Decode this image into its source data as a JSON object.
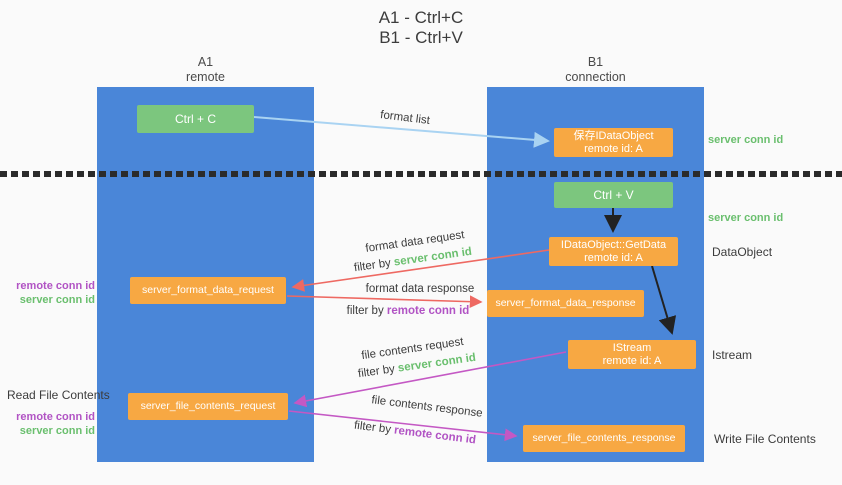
{
  "title": {
    "line1": "A1 - Ctrl+C",
    "line2": "B1 - Ctrl+V"
  },
  "lanes": {
    "left": {
      "name": "A1",
      "subtitle": "remote"
    },
    "right": {
      "name": "B1",
      "subtitle": "connection"
    }
  },
  "nodes": {
    "ctrl_c": {
      "label": "Ctrl + C"
    },
    "save_idataobject": {
      "line1": "保存IDataObject",
      "line2": "remote id: A"
    },
    "ctrl_v": {
      "label": "Ctrl + V"
    },
    "getdata": {
      "line1": "IDataObject::GetData",
      "line2": "remote id: A"
    },
    "format_request": {
      "label": "server_format_data_request"
    },
    "format_response": {
      "label": "server_format_data_response"
    },
    "istream": {
      "line1": "IStream",
      "line2": "remote id: A"
    },
    "file_request": {
      "label": "server_file_contents_request"
    },
    "file_response": {
      "label": "server_file_contents_response"
    }
  },
  "edge_labels": {
    "format_list": "format list",
    "format_data_request": "format data request",
    "format_data_response": "format data response",
    "file_contents_request": "file contents request",
    "file_contents_response": "file contents response",
    "filter_by": "filter by ",
    "server_conn_id": "server conn id",
    "remote_conn_id": "remote conn id"
  },
  "side_labels": {
    "server_conn_id": "server conn id",
    "remote_conn_id": "remote conn id",
    "dataobject": "DataObject",
    "istream": "Istream",
    "read_file_contents": "Read File Contents",
    "write_file_contents": "Write File Contents"
  },
  "colors": {
    "background": "#fafafa",
    "lane_blue": "#4a86d8",
    "node_green": "#7cc67e",
    "node_orange": "#f7a843",
    "green_text": "#6abf6e",
    "purple_text": "#b153c4",
    "arrow_light_blue": "#a9d3f2",
    "arrow_red": "#ee6962",
    "arrow_magenta": "#c458c4",
    "arrow_black": "#222222",
    "dotted_line": "#2b2b2b"
  }
}
